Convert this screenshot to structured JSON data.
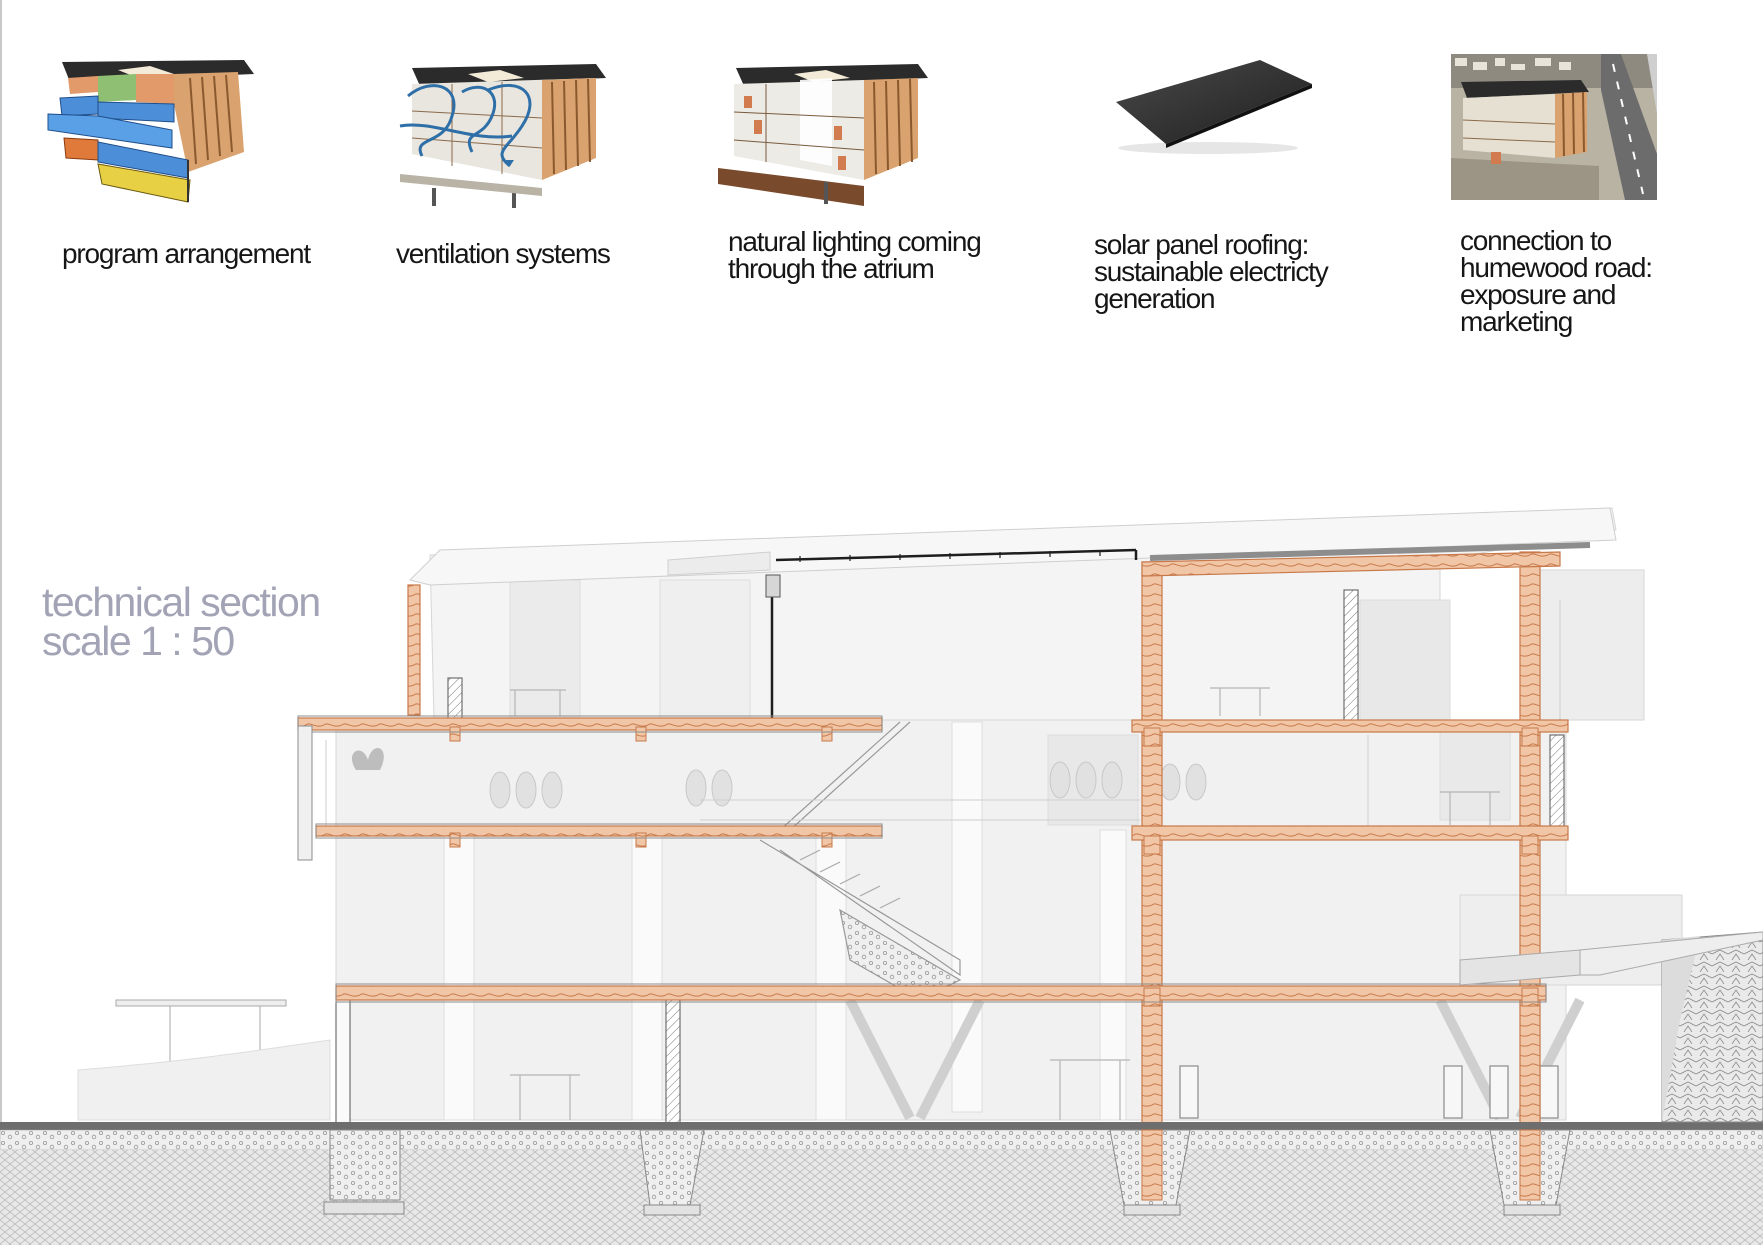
{
  "panels": [
    {
      "icon": "program-arrangement-diagram",
      "caption": "program arrangement"
    },
    {
      "icon": "ventilation-diagram",
      "caption": "ventilation systems"
    },
    {
      "icon": "natural-lighting-diagram",
      "caption": "natural lighting coming\nthrough the atrium"
    },
    {
      "icon": "solar-panel-image",
      "caption": "solar panel roofing:\nsustainable electricty\ngeneration"
    },
    {
      "icon": "road-connection-rendering",
      "caption": "connection to\nhumewood road:\nexposure and\nmarketing"
    }
  ],
  "section": {
    "title": "technical section\nscale 1 : 50"
  },
  "colors": {
    "timber": "#e9b48f",
    "timber_line": "#c8794a",
    "caption_text": "#161616",
    "title_text": "#a2a4b6",
    "ground": "#d9d9d9"
  }
}
